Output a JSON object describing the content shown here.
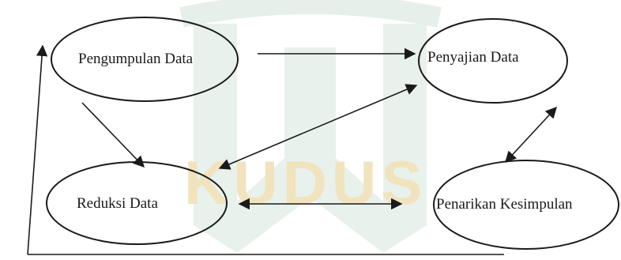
{
  "watermark": {
    "text": "KUDUS"
  },
  "nodes": {
    "pengumpulan": {
      "label": "Pengumpulan Data"
    },
    "penyajian": {
      "label": "Penyajian Data"
    },
    "reduksi": {
      "label": "Reduksi Data"
    },
    "penarikan": {
      "label": "Penarikan Kesimpulan"
    }
  },
  "edges": [
    {
      "from": "Pengumpulan Data",
      "to": "Penyajian Data",
      "direction": "forward"
    },
    {
      "from": "Pengumpulan Data",
      "to": "Reduksi Data",
      "direction": "forward"
    },
    {
      "from": "Reduksi Data",
      "to": "Penyajian Data",
      "direction": "both"
    },
    {
      "from": "Reduksi Data",
      "to": "Penarikan Kesimpulan",
      "direction": "both"
    },
    {
      "from": "Penyajian Data",
      "to": "Penarikan Kesimpulan",
      "direction": "both"
    },
    {
      "from": "Penarikan Kesimpulan",
      "to": "Pengumpulan Data",
      "direction": "forward",
      "route": "feedback loop along bottom and left side"
    }
  ],
  "colors": {
    "ink": "#1a1a1a",
    "watermark_green": "#e6efe9",
    "watermark_gold": "#f1e3bd"
  }
}
